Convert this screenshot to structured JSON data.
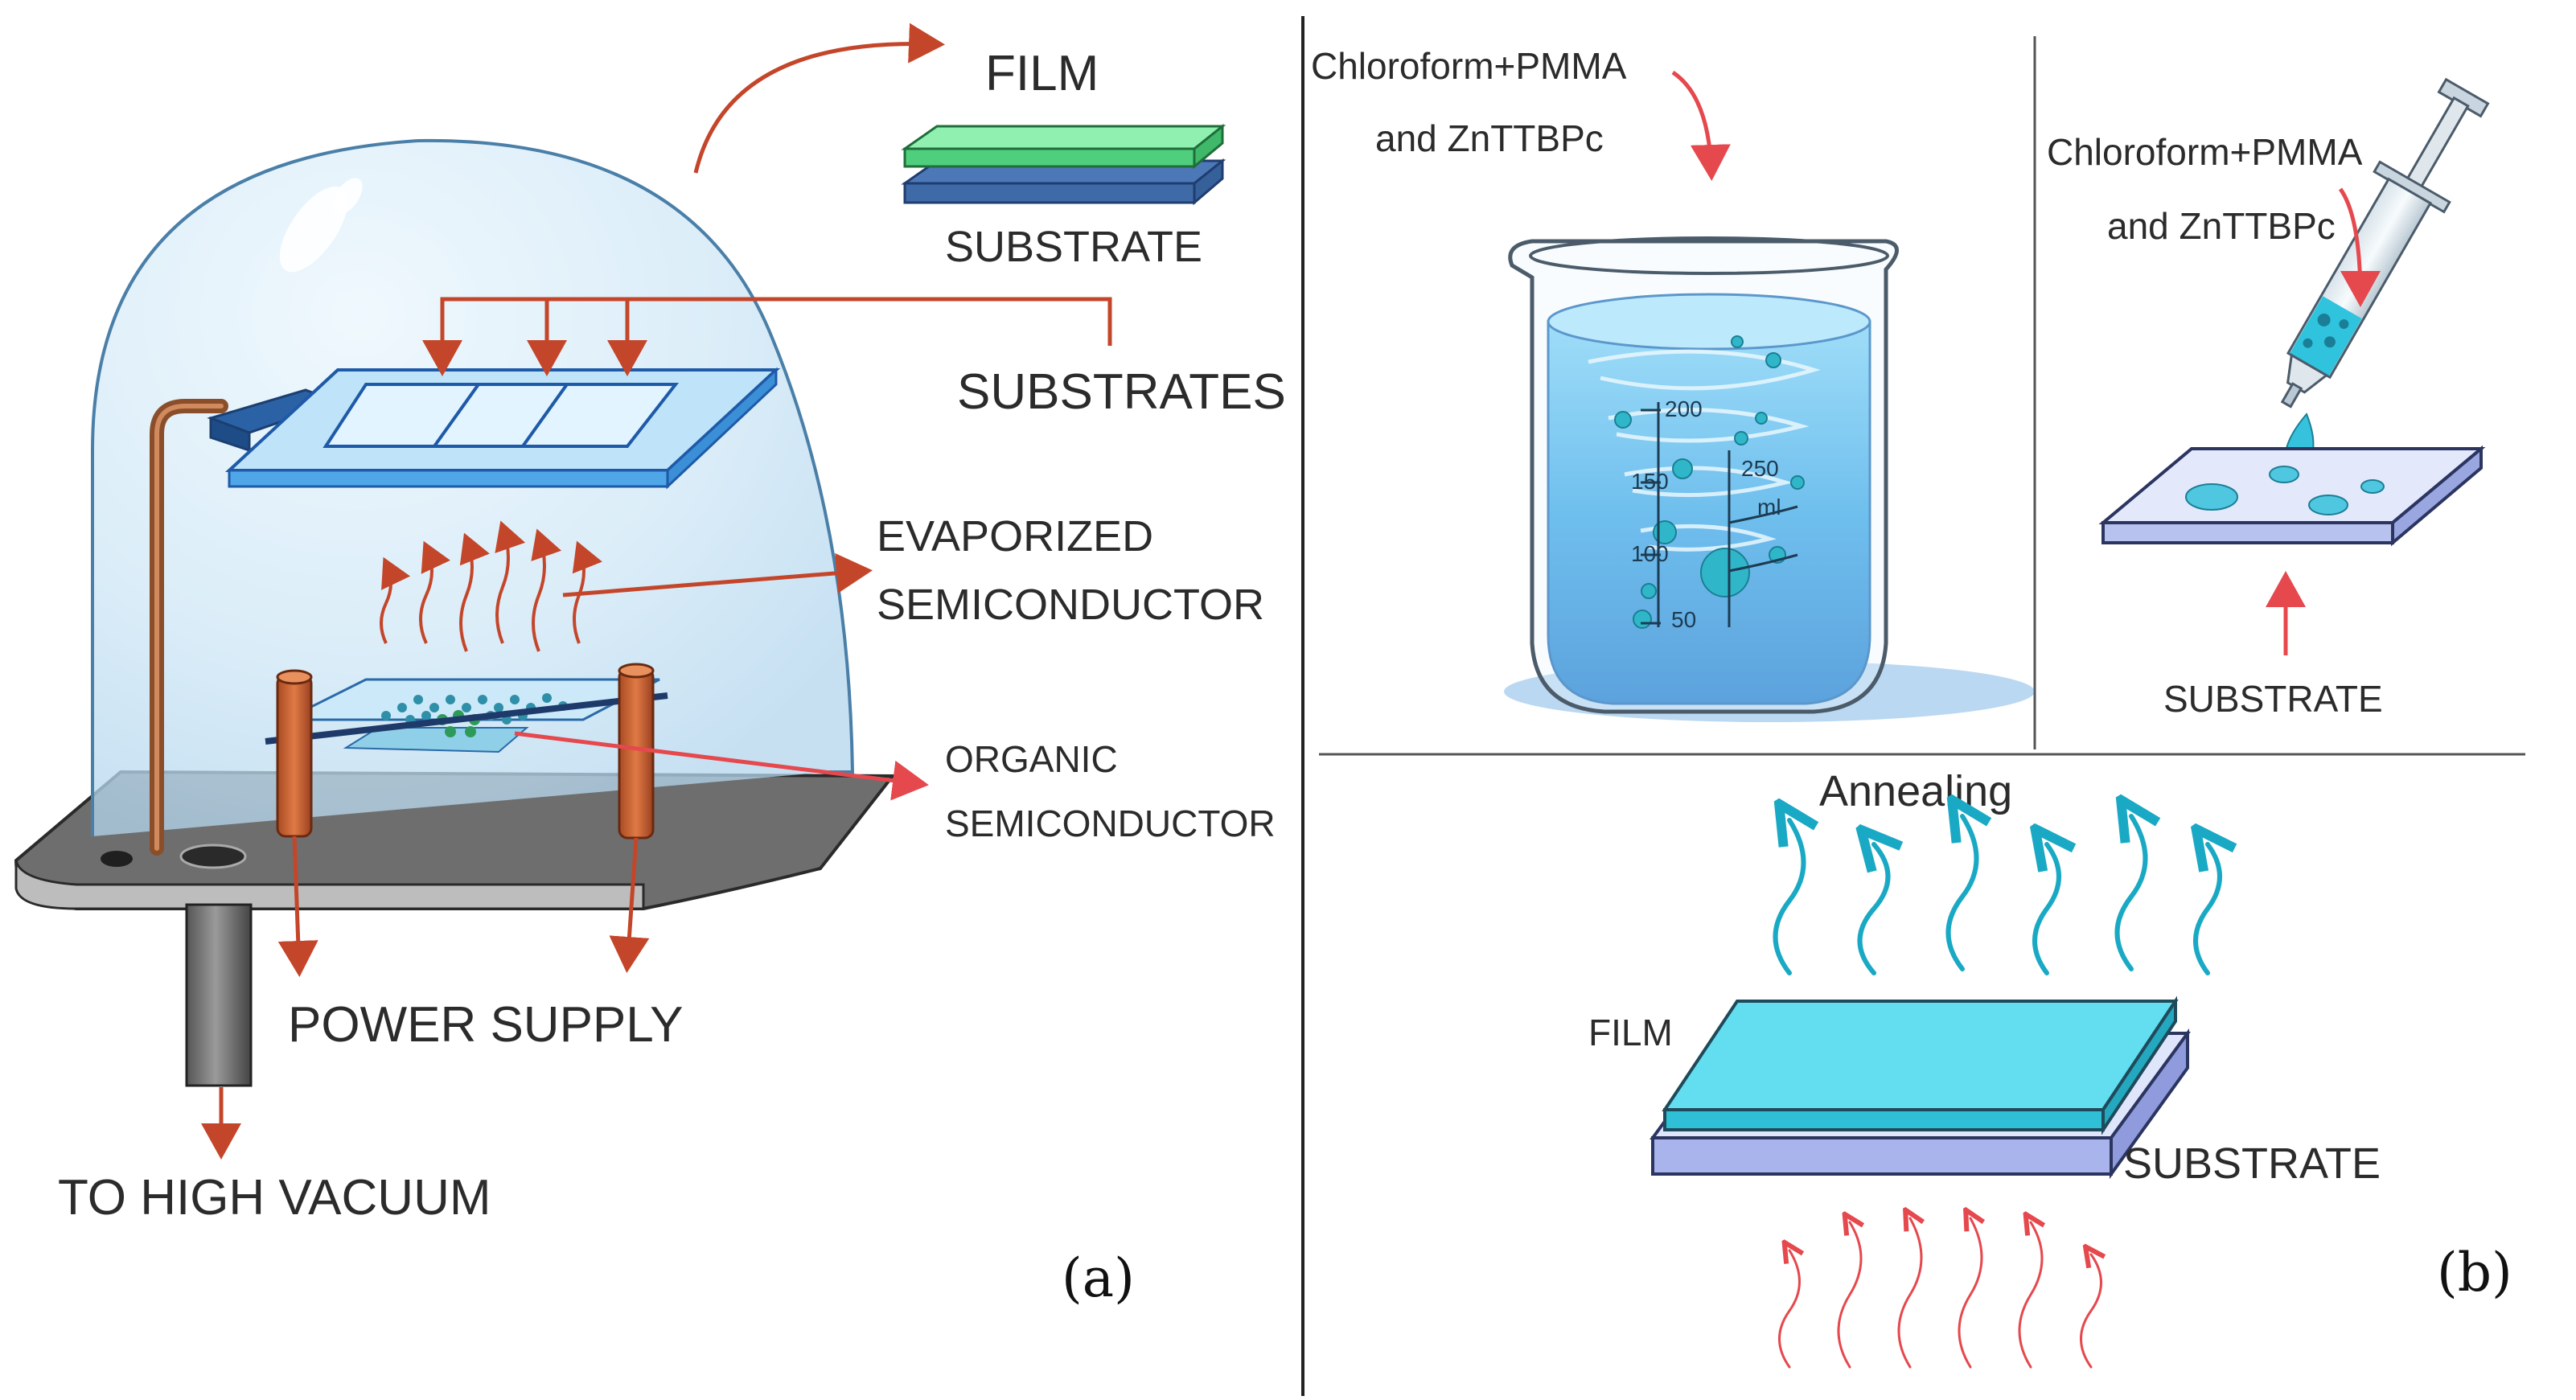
{
  "panel_a": {
    "film_label": "FILM",
    "substrate_label": "SUBSTRATE",
    "substrates_label": "SUBSTRATES",
    "evaporized_label_1": "EVAPORIZED",
    "evaporized_label_2": "SEMICONDUCTOR",
    "organic_label_1": "ORGANIC",
    "organic_label_2": "SEMICONDUCTOR",
    "power_supply_label": "POWER SUPPLY",
    "vacuum_label": "TO HIGH VACUUM",
    "panel_letter": "(a)"
  },
  "panel_b": {
    "beaker_solution_label_1": "Chloroform+PMMA",
    "beaker_solution_label_2": "and ZnTTBPc",
    "beaker_ticks": [
      "200",
      "150",
      "100",
      "50"
    ],
    "beaker_volume": "250",
    "beaker_unit": "ml",
    "syringe_solution_label_1": "Chloroform+PMMA",
    "syringe_solution_label_2": "and ZnTTBPc",
    "syringe_substrate_label": "SUBSTRATE",
    "annealing_label": "Annealing",
    "film_label": "FILM",
    "substrate_label": "SUBSTRATE",
    "panel_letter": "(b)"
  },
  "colors": {
    "arrow_red": "#c4462a",
    "arrow_pink": "#e5484d",
    "annealing_blue": "#1aa9c4",
    "film_green": "#6fd98f",
    "substrate_blue": "#4d78b8",
    "film_cyan": "#55d9ea",
    "substrate_lavender": "#aab4ec",
    "solution_blue": "#2d9fe0"
  }
}
